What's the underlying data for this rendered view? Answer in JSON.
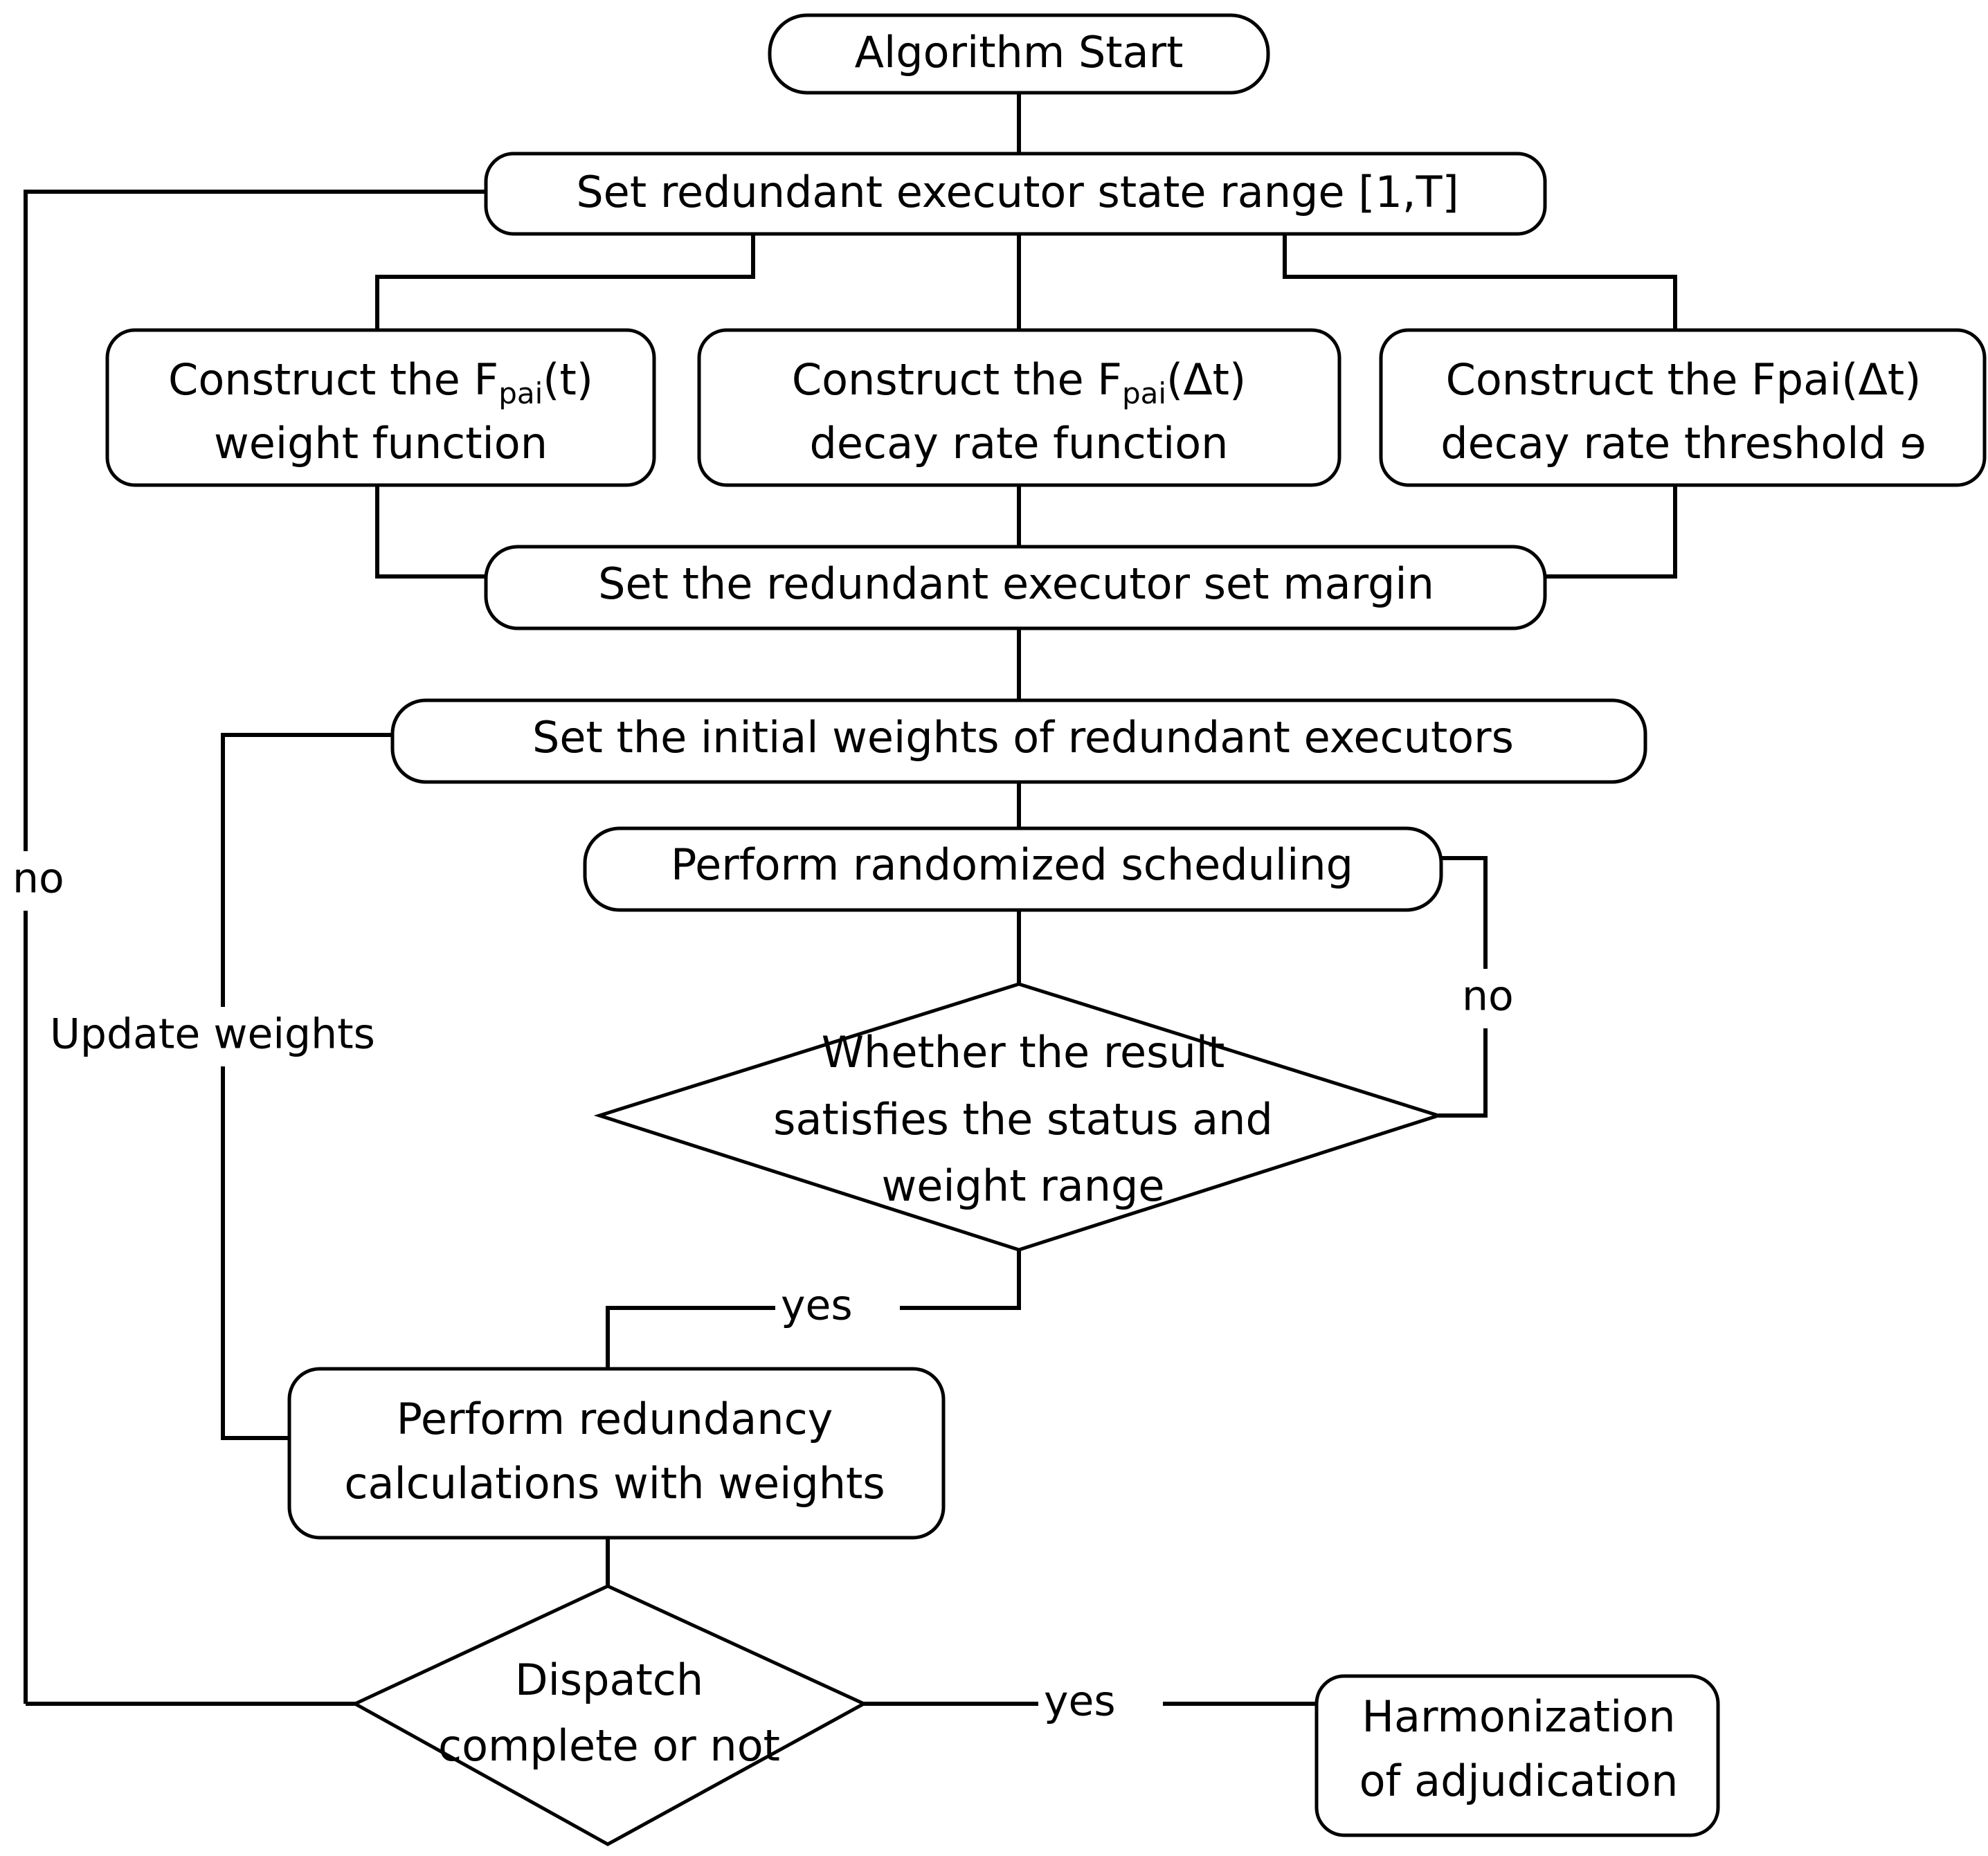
{
  "diagram": {
    "title": "Redundant executor scheduling algorithm flowchart",
    "background": "#ffffff",
    "line_color": "#000000",
    "text_color": "#000000"
  },
  "nodes": {
    "start": {
      "label": "Algorithm Start",
      "shape": "rounded-terminator"
    },
    "set_state_range": {
      "label": "Set redundant executor state range [1,T]",
      "shape": "rounded-rect"
    },
    "construct_weight": {
      "line1_pre": "Construct the F",
      "line1_sub": "pai",
      "line1_post": "(t)",
      "line2": "weight function",
      "shape": "rounded-rect"
    },
    "construct_decay": {
      "line1_pre": "Construct the F",
      "line1_sub": "pai",
      "line1_post": "(Δt)",
      "line2": "decay rate function",
      "shape": "rounded-rect"
    },
    "construct_threshold": {
      "line1": "Construct the Fpai(Δt)",
      "line2": "decay rate threshold һ",
      "line2_plain": "decay rate threshold ɘ",
      "shape": "rounded-rect"
    },
    "set_margin": {
      "label": "Set the redundant executor set margin",
      "shape": "rounded-rect"
    },
    "set_initial_weights": {
      "label": "Set the initial weights of redundant executors",
      "shape": "rounded-rect"
    },
    "randomized_scheduling": {
      "label": "Perform randomized scheduling",
      "shape": "rounded-rect"
    },
    "decision_result": {
      "line1": "Whether the result",
      "line2": "satisfies the status and",
      "line3": "weight range",
      "shape": "diamond"
    },
    "redundancy_calc": {
      "line1": "Perform redundancy",
      "line2": "calculations with weights",
      "shape": "rounded-rect"
    },
    "decision_dispatch": {
      "line1": "Dispatch",
      "line2": "complete or not",
      "shape": "diamond"
    },
    "harmonization": {
      "line1": "Harmonization",
      "line2": "of adjudication",
      "shape": "rounded-rect"
    }
  },
  "edge_labels": {
    "outer_no": "no",
    "update_weights": "Update weights",
    "scheduling_no": "no",
    "result_yes": "yes",
    "dispatch_yes": "yes"
  }
}
